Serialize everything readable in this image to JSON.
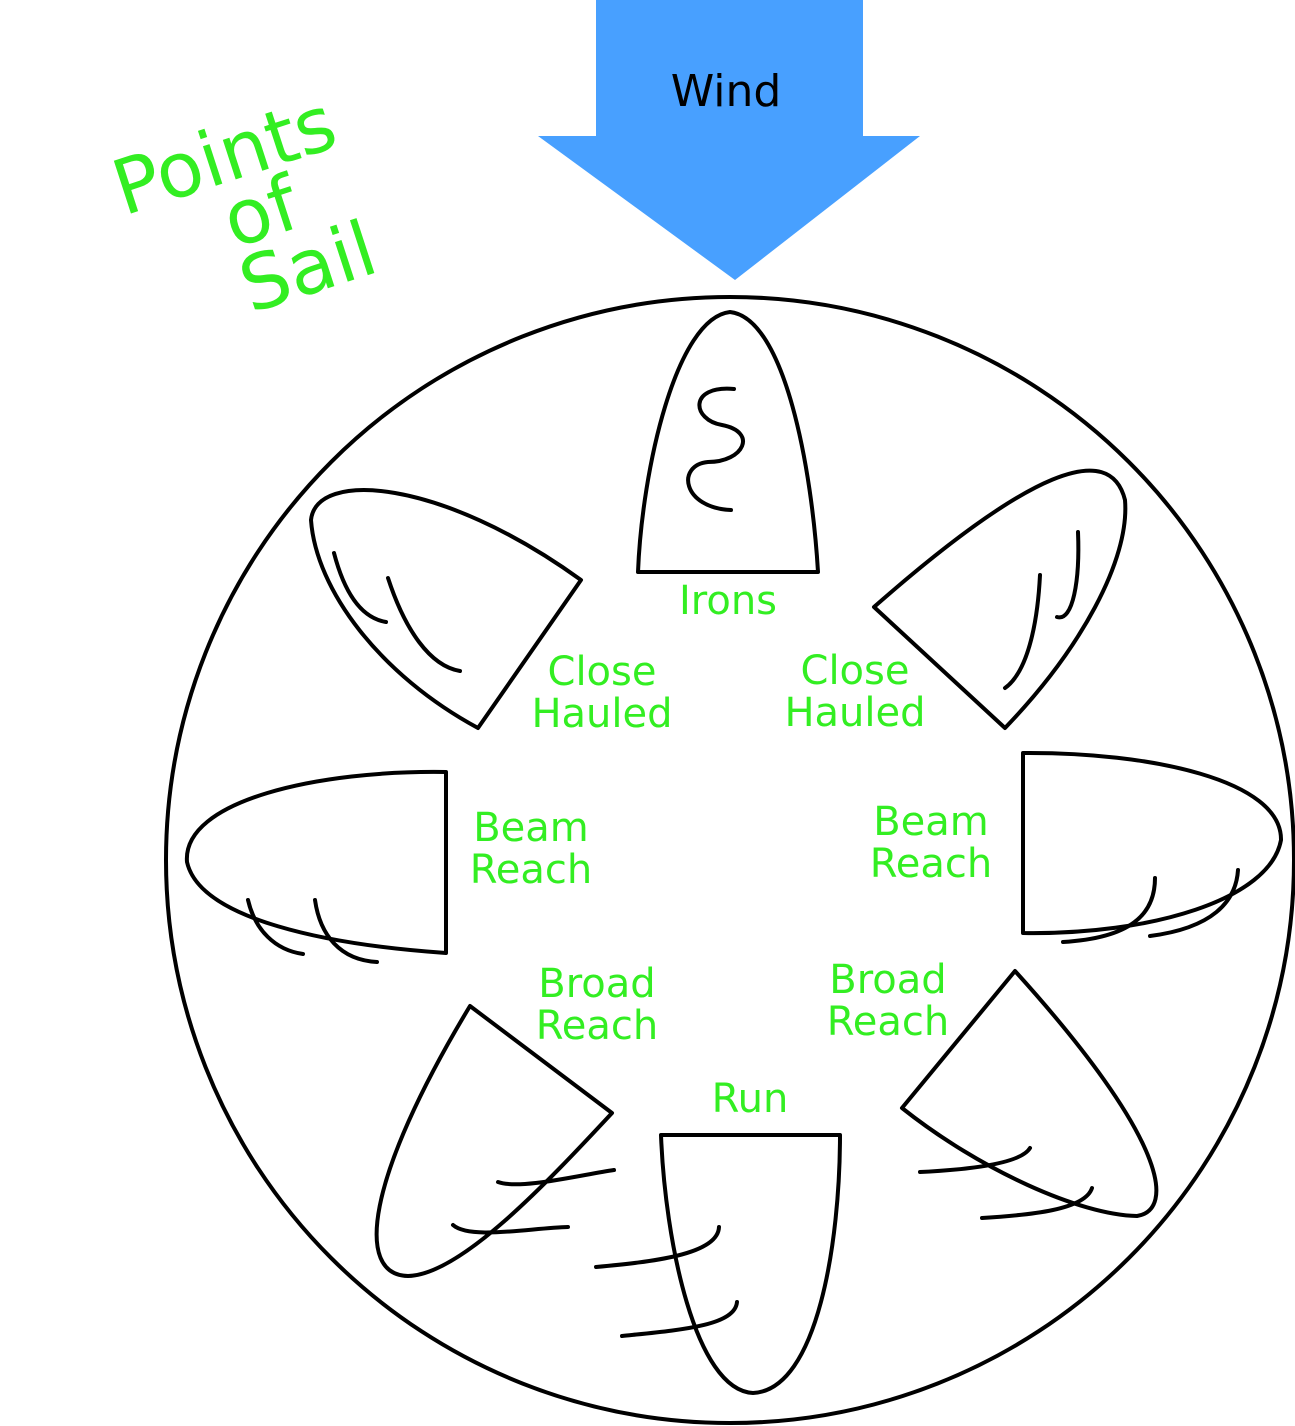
{
  "title": {
    "lines": [
      "Points",
      "of",
      "Sail"
    ],
    "color": "#33ee22"
  },
  "wind": {
    "label": "Wind",
    "arrow_color": "#48a0ff"
  },
  "points": {
    "irons": "Irons",
    "close_hauled_left": [
      "Close",
      "Hauled"
    ],
    "close_hauled_right": [
      "Close",
      "Hauled"
    ],
    "beam_reach_left": [
      "Beam",
      "Reach"
    ],
    "beam_reach_right": [
      "Beam",
      "Reach"
    ],
    "broad_reach_left": [
      "Broad",
      "Reach"
    ],
    "broad_reach_right": [
      "Broad",
      "Reach"
    ],
    "run": "Run"
  },
  "label_color": "#33ee22"
}
